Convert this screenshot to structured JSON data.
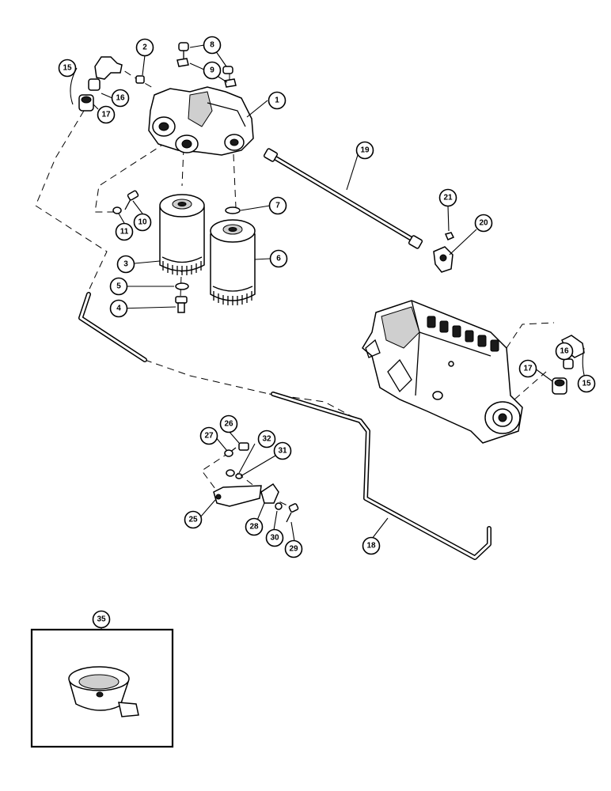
{
  "callouts": {
    "c1": "1",
    "c2": "2",
    "c3": "3",
    "c4": "4",
    "c5": "5",
    "c6": "6",
    "c7": "7",
    "c8": "8",
    "c9": "9",
    "c10": "10",
    "c11": "11",
    "c15a": "15",
    "c16a": "16",
    "c17a": "17",
    "c15b": "15",
    "c16b": "16",
    "c17b": "17",
    "c18": "18",
    "c19": "19",
    "c20": "20",
    "c21": "21",
    "c25": "25",
    "c26": "26",
    "c27": "27",
    "c28": "28",
    "c29": "29",
    "c30": "30",
    "c31": "31",
    "c32": "32",
    "c35": "35"
  }
}
